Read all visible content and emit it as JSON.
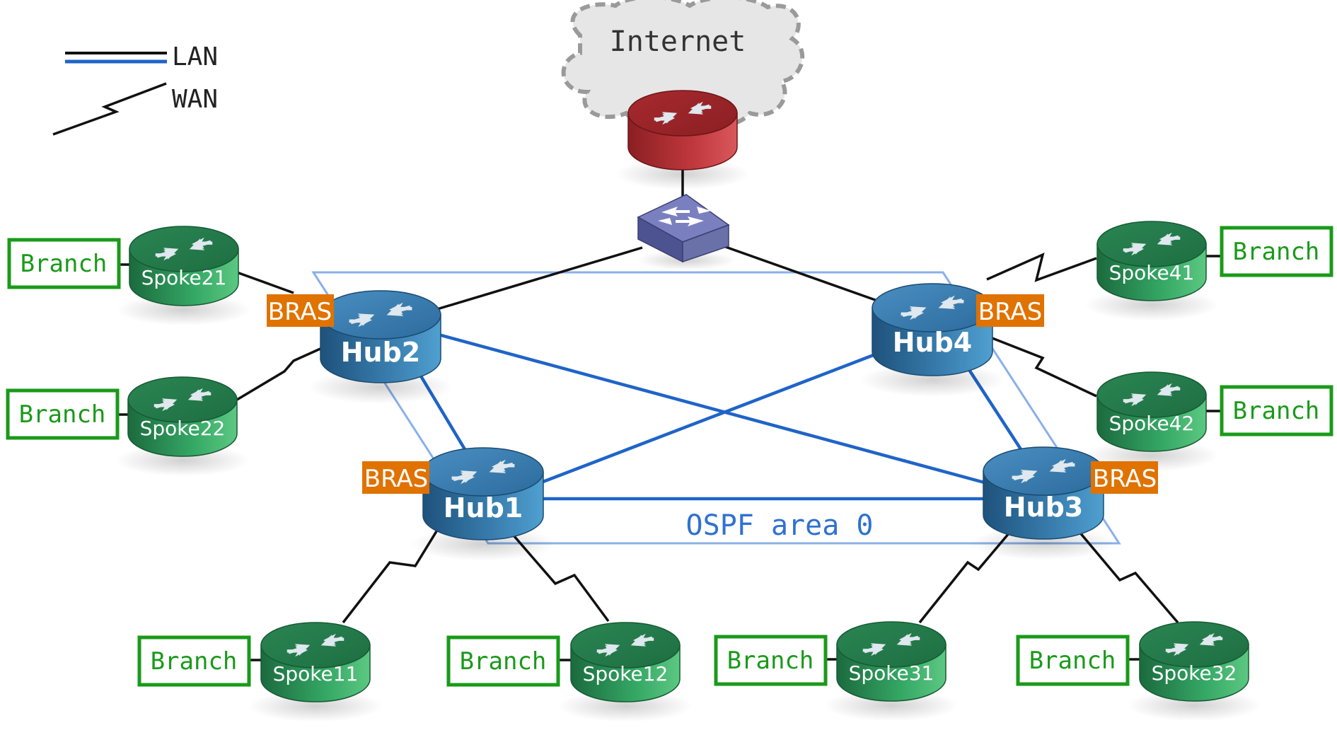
{
  "legend": {
    "lan": "LAN",
    "wan": "WAN"
  },
  "internet": {
    "label": "Internet"
  },
  "ospf": {
    "label": "OSPF area 0"
  },
  "bras": {
    "label": "BRAS"
  },
  "branch": {
    "label": "Branch"
  },
  "hubs": {
    "hub1": "Hub1",
    "hub2": "Hub2",
    "hub3": "Hub3",
    "hub4": "Hub4"
  },
  "spokes": {
    "spoke11": "Spoke11",
    "spoke12": "Spoke12",
    "spoke21": "Spoke21",
    "spoke22": "Spoke22",
    "spoke31": "Spoke31",
    "spoke32": "Spoke32",
    "spoke41": "Spoke41",
    "spoke42": "Spoke42"
  },
  "colors": {
    "lan_blue": "#1f64c8",
    "wan_black": "#111111",
    "hub_blue": "#3a7fb0",
    "spoke_green": "#2e9a5c",
    "internet_red": "#b83035",
    "switch_purple": "#6a70a8",
    "bras_orange": "#e07200",
    "branch_green": "#1a9a1a",
    "ospf_area": "#6ea0e0"
  }
}
